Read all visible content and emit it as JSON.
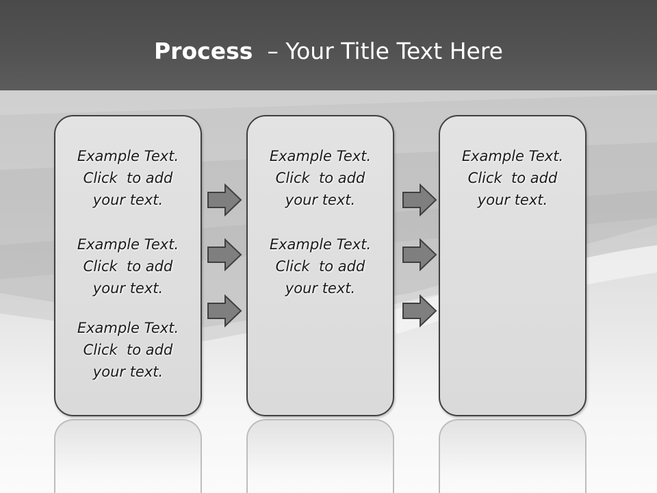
{
  "slide": {
    "title_bold": "Process",
    "title_rest": "  – Your Title Text Here"
  },
  "columns": [
    {
      "blocks": [
        {
          "lines": [
            "Example Text.",
            "Click  to add",
            "your text."
          ]
        },
        {
          "lines": [
            "Example Text.",
            "Click  to add",
            "your text."
          ]
        },
        {
          "lines": [
            "Example Text.",
            "Click  to add",
            "your text."
          ]
        }
      ]
    },
    {
      "blocks": [
        {
          "lines": [
            "Example Text.",
            "Click  to add",
            "your text."
          ]
        },
        {
          "lines": [
            "Example Text.",
            "Click  to add",
            "your text."
          ]
        }
      ]
    },
    {
      "blocks": [
        {
          "lines": [
            "Example Text.",
            "Click  to add",
            "your text."
          ]
        }
      ]
    }
  ],
  "arrows": {
    "icon": "right-arrow-icon",
    "fill": "#7f7f7f",
    "stroke": "#3f3f3f",
    "count_per_gap": 3
  },
  "colors": {
    "header": "#4d4d4d",
    "panel_fill": "#dedede",
    "panel_border": "#404040",
    "title_text": "#ffffff"
  }
}
